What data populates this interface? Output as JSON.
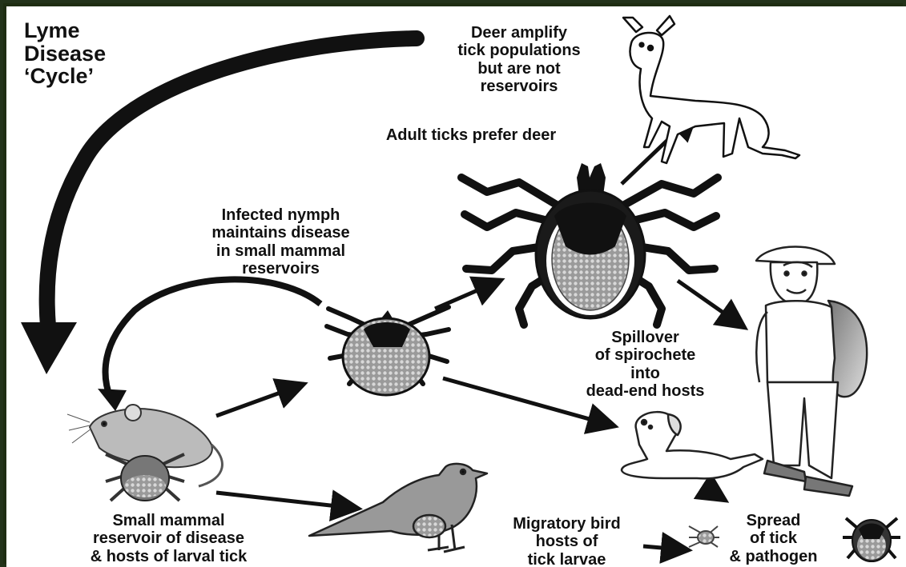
{
  "diagram": {
    "title": "Lyme\nDisease\n‘Cycle’",
    "labels": {
      "deer_note": "Deer amplify\ntick populations\nbut are not\nreservoirs",
      "adult_note": "Adult ticks prefer deer",
      "nymph_note": "Infected nymph\nmaintains disease\nin small mammal\nreservoirs",
      "spillover_note": "Spillover\nof spirochete\ninto\ndead-end hosts",
      "mammal_note": "Small mammal\nreservoir of disease\n& hosts of larval tick",
      "bird_note": "Migratory bird\nhosts of\ntick larvae",
      "spread_note": "Spread\nof tick\n& pathogen"
    },
    "icons": [
      "deer-icon",
      "adult-tick-icon",
      "nymph-tick-icon",
      "mouse-icon",
      "larval-tick-icon",
      "bird-icon",
      "dog-icon",
      "human-icon",
      "small-tick-icon"
    ],
    "colors": {
      "ink": "#111111",
      "background": "#ffffff",
      "frame": "#1e2d12"
    }
  }
}
